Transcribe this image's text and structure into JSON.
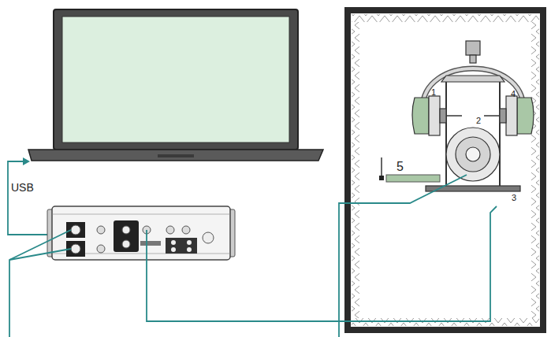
{
  "diagram": {
    "labels": [
      "USB",
      "1",
      "2",
      "3",
      "4",
      "5"
    ]
  }
}
